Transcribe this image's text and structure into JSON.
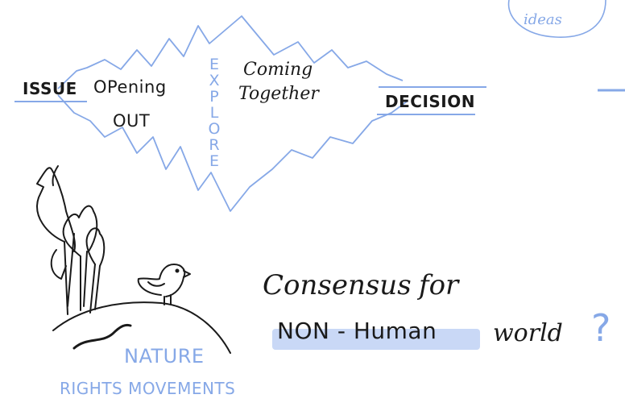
{
  "labels": {
    "issue": "ISSUE",
    "opening_line1": "OPening",
    "opening_line2": "OUT",
    "explore": [
      "E",
      "X",
      "P",
      "L",
      "O",
      "R",
      "E"
    ],
    "coming_line1": "Coming",
    "coming_line2": "Together",
    "decision": "DECISION",
    "bubble_text": "ideas",
    "consensus_line1_a": "Consensus",
    "consensus_line1_b": "for",
    "consensus_line2_a": "NON - Human",
    "consensus_line2_b": "world",
    "question_mark": "?",
    "nature_line1": "NATURE",
    "nature_line2": "RIGHTS MOVEMENTS"
  },
  "colors": {
    "ink": "#1a1a1a",
    "accent_blue": "#86a8e7",
    "highlight": "#c9d8f6"
  }
}
